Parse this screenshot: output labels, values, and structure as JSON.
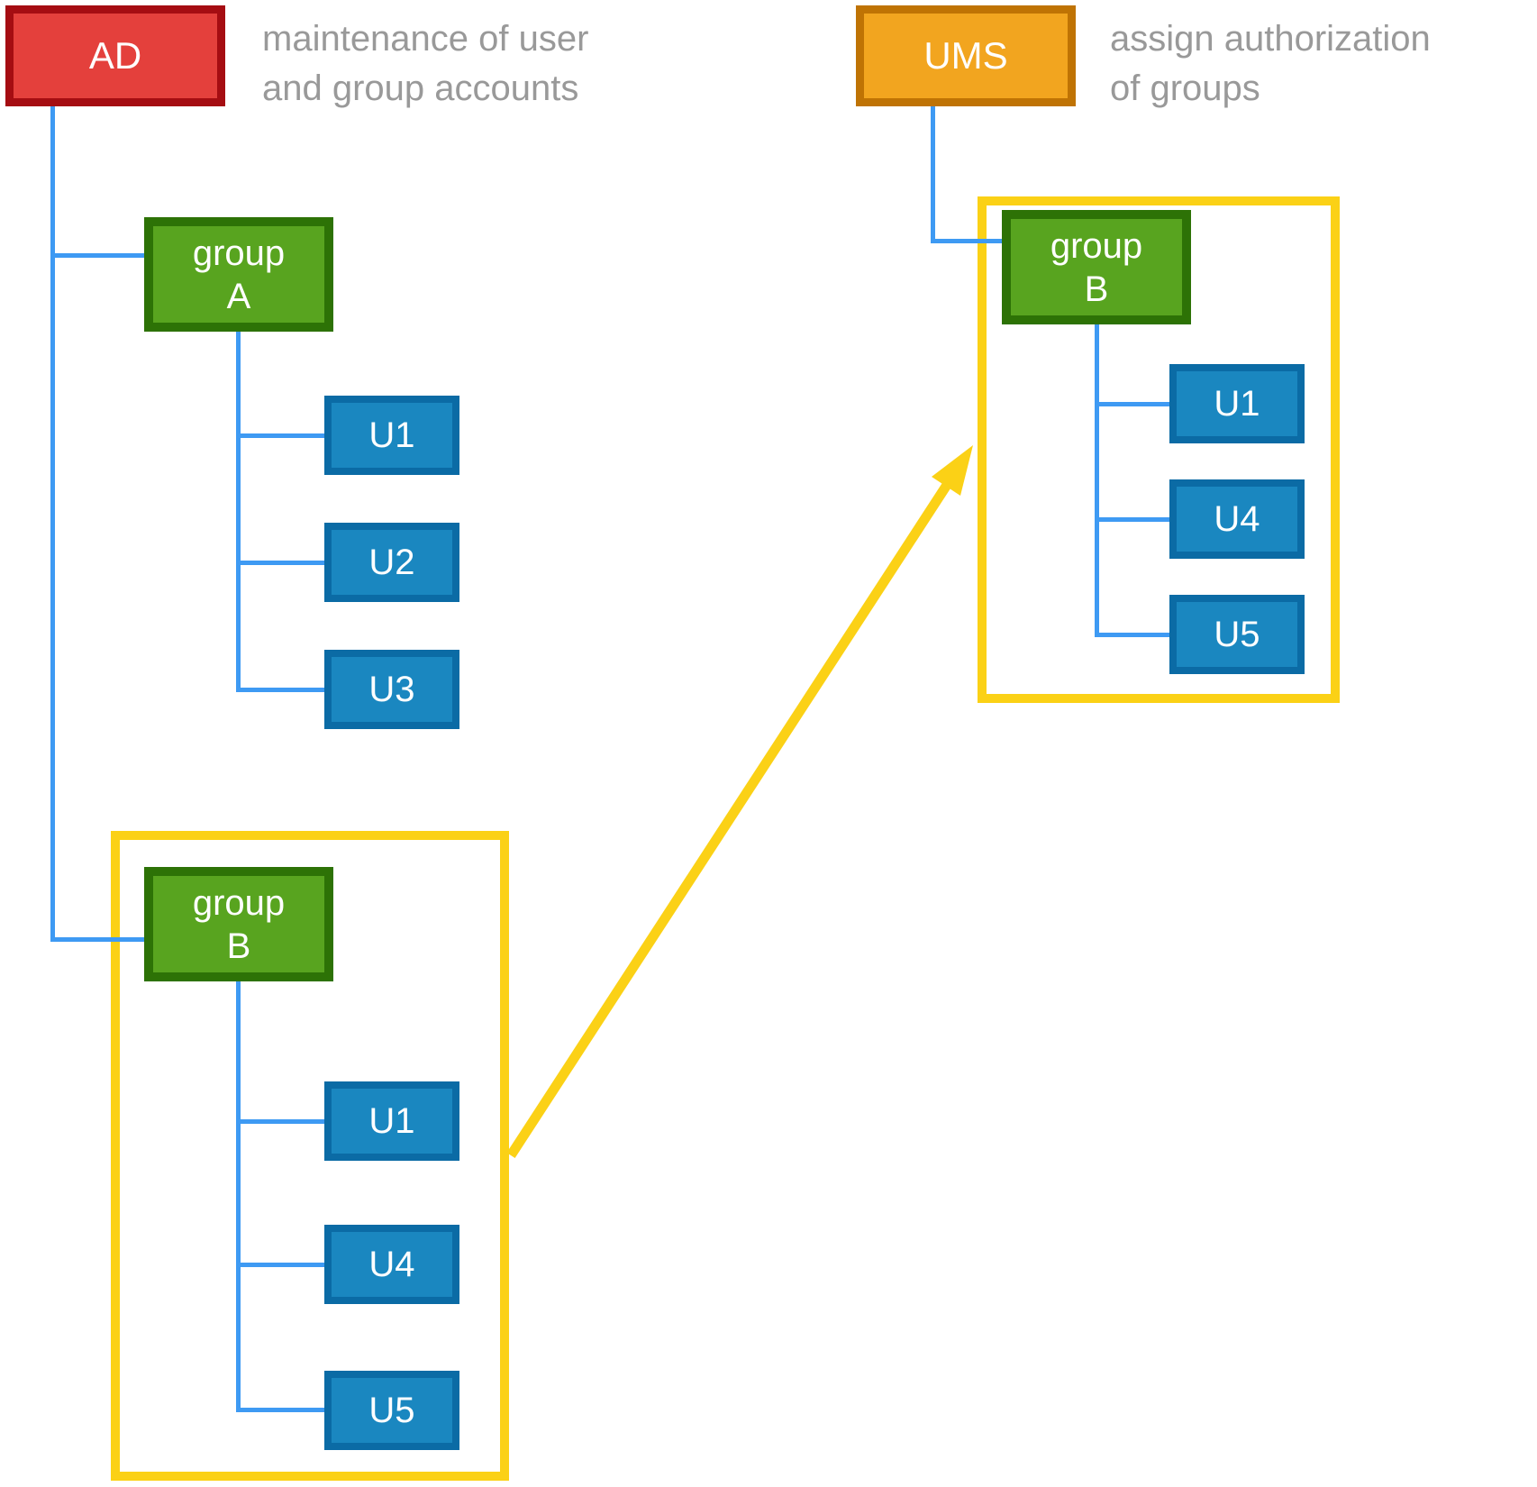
{
  "colors": {
    "red_fill": "#e4403c",
    "red_border": "#a50d12",
    "orange_fill": "#f2a51f",
    "orange_border": "#bf7304",
    "green_fill": "#58a41f",
    "green_border": "#2d7206",
    "blue_fill": "#1a87c0",
    "blue_border": "#0b6ba5",
    "connector_blue": "#3e9af3",
    "highlight_yellow": "#fbd116",
    "caption_gray": "#999999"
  },
  "ad": {
    "label": "AD",
    "caption_line1": "maintenance of user",
    "caption_line2": "and group accounts"
  },
  "ums": {
    "label": "UMS",
    "caption_line1": "assign authorization",
    "caption_line2": "of groups"
  },
  "ad_tree": {
    "group_a": {
      "word": "group",
      "letter": "A",
      "users": [
        "U1",
        "U2",
        "U3"
      ]
    },
    "group_b": {
      "word": "group",
      "letter": "B",
      "users": [
        "U1",
        "U4",
        "U5"
      ]
    }
  },
  "ums_tree": {
    "group_b": {
      "word": "group",
      "letter": "B",
      "users": [
        "U1",
        "U4",
        "U5"
      ]
    }
  }
}
